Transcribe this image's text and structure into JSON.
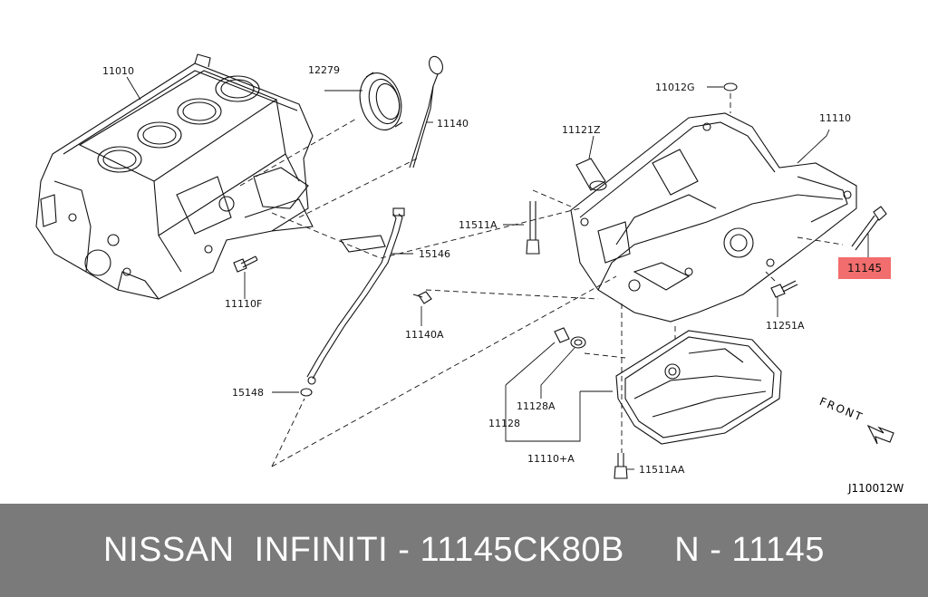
{
  "labels": {
    "p11010": "11010",
    "p12279": "12279",
    "p11140": "11140",
    "p11012g": "11012G",
    "p11110": "11110",
    "p11121z": "11121Z",
    "p11511a": "11511A",
    "p15146": "15146",
    "p11145": "11145",
    "p11110f": "11110F",
    "p11140a": "11140A",
    "p11251a": "11251A",
    "p15148": "15148",
    "p11128a": "11128A",
    "p11128": "11128",
    "p11110a": "11110+A",
    "p11511aa": "11511AA"
  },
  "front_label": "FRONT",
  "diagram_code": "J110012W",
  "footer": {
    "brand": "NISSAN  INFINITI",
    "separator": " - ",
    "part_number": "11145CK80B",
    "gap": "     ",
    "ref": "N - 11145"
  },
  "colors": {
    "highlight": "#f26d6d",
    "footer_bg": "#7a7a7a",
    "footer_text": "#ffffff",
    "line": "#111111"
  }
}
